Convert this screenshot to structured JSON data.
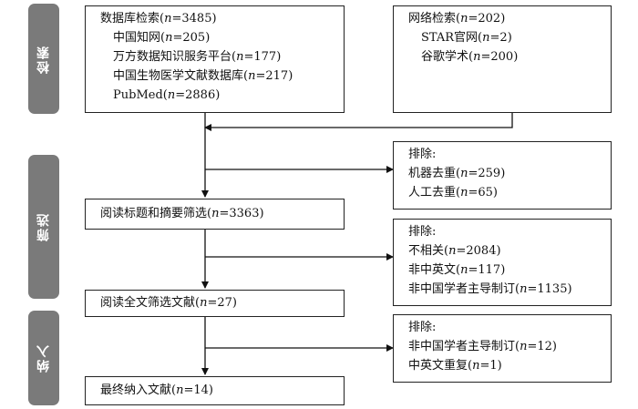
{
  "phases": {
    "search": "检索",
    "screen": "筛选",
    "include": "纳入"
  },
  "database": {
    "title": {
      "text": "数据库检索",
      "n": "3485"
    },
    "items": [
      {
        "text": "中国知网",
        "n": "205"
      },
      {
        "text": "万方数据知识服务平台",
        "n": "177"
      },
      {
        "text": "中国生物医学文献数据库",
        "n": "217"
      },
      {
        "text": "PubMed",
        "n": "2886"
      }
    ]
  },
  "web": {
    "title": {
      "text": "网络检索",
      "n": "202"
    },
    "items": [
      {
        "text": "STAR官网",
        "n": "2"
      },
      {
        "text": "谷歌学术",
        "n": "200"
      }
    ]
  },
  "exclude1": {
    "title": "排除:",
    "items": [
      {
        "text": "机器去重",
        "n": "259"
      },
      {
        "text": "人工去重",
        "n": "65"
      }
    ]
  },
  "screen1": {
    "text": "阅读标题和摘要筛选",
    "n": "3363"
  },
  "exclude2": {
    "title": "排除:",
    "items": [
      {
        "text": "不相关",
        "n": "2084"
      },
      {
        "text": "非中英文",
        "n": "117"
      },
      {
        "text": "非中国学者主导制订",
        "n": "1135"
      }
    ]
  },
  "screen2": {
    "text": "阅读全文筛选文献",
    "n": "27"
  },
  "exclude3": {
    "title": "排除:",
    "items": [
      {
        "text": "非中国学者主导制订",
        "n": "12"
      },
      {
        "text": "中英文重复",
        "n": "1"
      }
    ]
  },
  "final": {
    "text": "最终纳入文献",
    "n": "14"
  },
  "labels": {
    "n_var": "n",
    "open": "(",
    "eq": "=",
    "close": ")"
  }
}
